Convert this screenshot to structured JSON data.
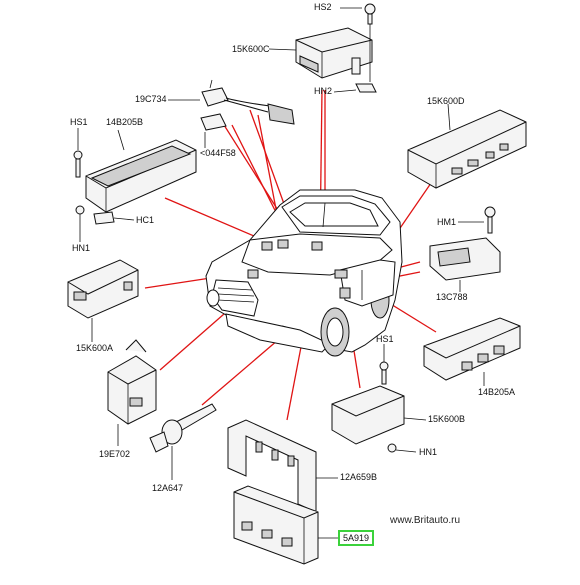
{
  "diagram": {
    "parts": [
      {
        "id": "hs2",
        "code": "HS2"
      },
      {
        "id": "15k600c",
        "code": "15K600C"
      },
      {
        "id": "hn2",
        "code": "HN2"
      },
      {
        "id": "19c734",
        "code": "19C734"
      },
      {
        "id": "044f58",
        "code": "<044F58"
      },
      {
        "id": "15k600d",
        "code": "15K600D"
      },
      {
        "id": "hs1_top",
        "code": "HS1"
      },
      {
        "id": "14b205b",
        "code": "14B205B"
      },
      {
        "id": "hc1",
        "code": "HC1"
      },
      {
        "id": "hn1_top",
        "code": "HN1"
      },
      {
        "id": "hm1",
        "code": "HM1"
      },
      {
        "id": "13c788",
        "code": "13C788"
      },
      {
        "id": "15k600a",
        "code": "15K600A"
      },
      {
        "id": "hs1_right",
        "code": "HS1"
      },
      {
        "id": "14b205a",
        "code": "14B205A"
      },
      {
        "id": "15k600b",
        "code": "15K600B"
      },
      {
        "id": "hn1_right",
        "code": "HN1"
      },
      {
        "id": "19e702",
        "code": "19E702"
      },
      {
        "id": "12a647",
        "code": "12A647"
      },
      {
        "id": "12a659b",
        "code": "12A659B"
      },
      {
        "id": "5a919",
        "code": "5A919"
      }
    ],
    "highlighted": "5a919",
    "highlight_color": "#3bd23b",
    "callout_color": "#e01414"
  },
  "watermark": "www.Britauto.ru"
}
